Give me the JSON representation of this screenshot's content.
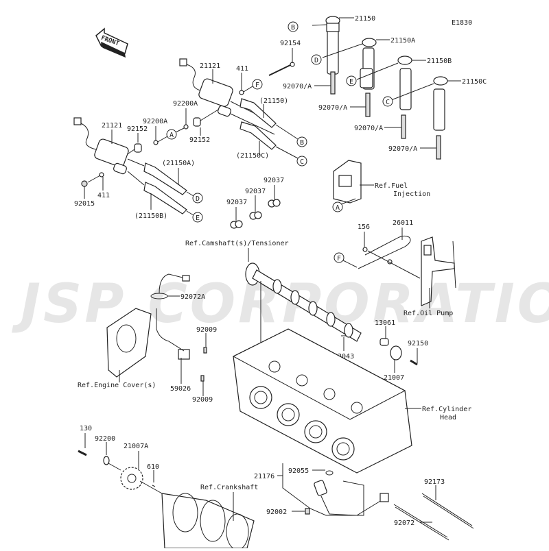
{
  "diagram": {
    "code": "E1830",
    "watermark": "JSP CORPORATION",
    "front_label": "FRONT",
    "callouts": {
      "p21150": "21150",
      "p21150A": "21150A",
      "p21150B": "21150B",
      "p21150C": "21150C",
      "p92154": "92154",
      "p92070_1": "92070/A",
      "p92070_2": "92070/A",
      "p92070_3": "92070/A",
      "p92070_4": "92070/A",
      "p21121_upper": "21121",
      "p21121_lower": "21121",
      "p411_upper": "411",
      "p411_lower": "411",
      "p92200A_upper": "92200A",
      "p92200A_lower": "92200A",
      "p92152_upper": "92152",
      "p92152_lower": "92152",
      "p92015": "92015",
      "p21150_paren": "(21150)",
      "p21150C_paren": "(21150C)",
      "p21150A_paren": "(21150A)",
      "p21150B_paren": "(21150B)",
      "p92037_1": "92037",
      "p92037_2": "92037",
      "p92037_3": "92037",
      "p156": "156",
      "p26011": "26011",
      "p92072A": "92072A",
      "p92009_upper": "92009",
      "p92009_lower": "92009",
      "p59026": "59026",
      "p13061": "13061",
      "p92043": "92043",
      "p92150": "92150",
      "p21007": "21007",
      "p130": "130",
      "p92200": "92200",
      "p21007A": "21007A",
      "p610": "610",
      "p21176": "21176",
      "p92055": "92055",
      "p92002": "92002",
      "p92173": "92173",
      "p92072": "92072"
    },
    "references": {
      "fuel_injection_1": "Ref.Fuel",
      "fuel_injection_2": "Injection",
      "camshaft": "Ref.Camshaft(s)/Tensioner",
      "oil_pump": "Ref.Oil Pump",
      "engine_cover": "Ref.Engine Cover(s)",
      "cylinder_head_1": "Ref.Cylinder",
      "cylinder_head_2": "Head",
      "crankshaft": "Ref.Crankshaft"
    },
    "connectors": {
      "A": "A",
      "B": "B",
      "C": "C",
      "D": "D",
      "E": "E",
      "F": "F"
    }
  }
}
